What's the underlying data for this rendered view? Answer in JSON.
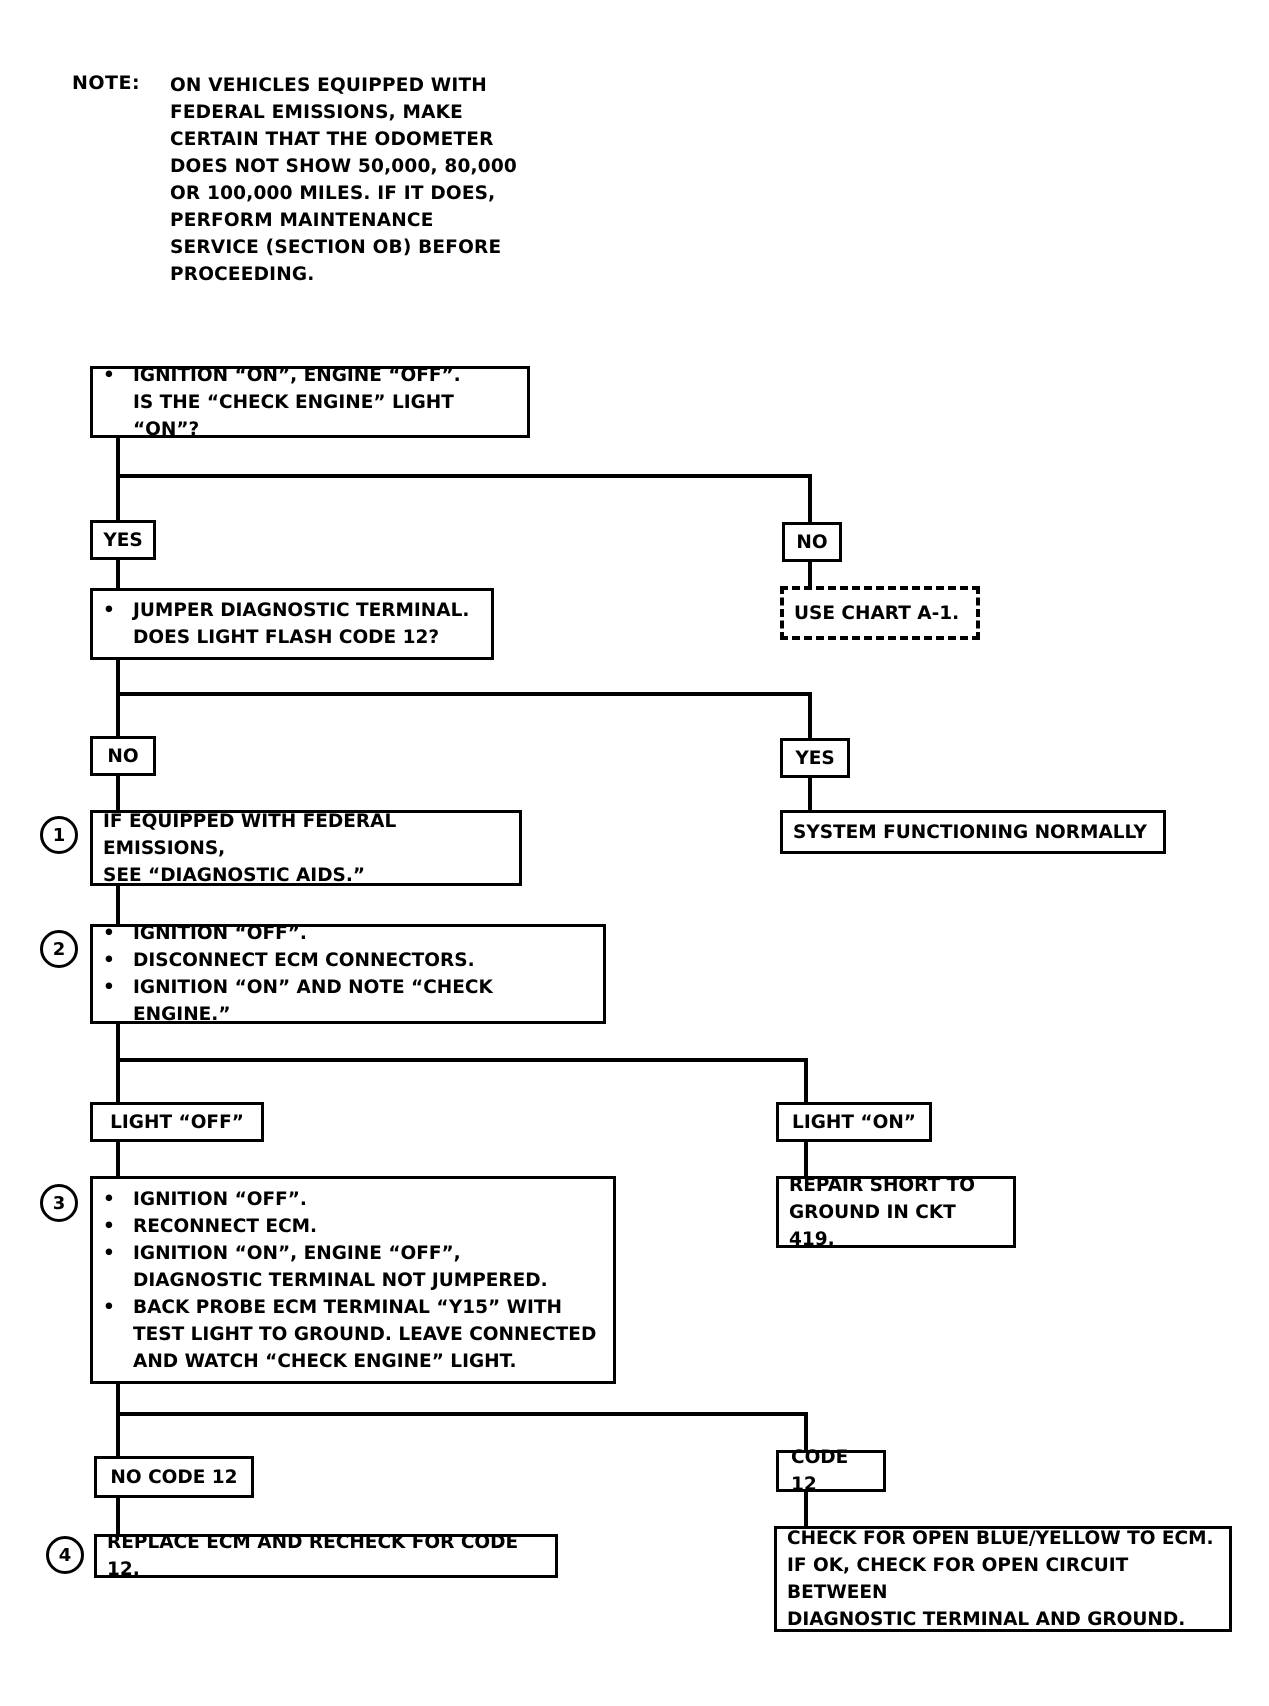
{
  "note": {
    "label": "NOTE:",
    "lines": [
      "ON VEHICLES EQUIPPED WITH",
      "FEDERAL EMISSIONS, MAKE",
      "CERTAIN THAT THE ODOMETER",
      "DOES NOT SHOW 50,000, 80,000",
      "OR 100,000 MILES.  IF IT DOES,",
      "PERFORM MAINTENANCE",
      "SERVICE (SECTION OB) BEFORE",
      "PROCEEDING."
    ]
  },
  "step0": {
    "bullet": "•",
    "line1": "IGNITION “ON”, ENGINE “OFF”.",
    "line2": "IS THE “CHECK ENGINE” LIGHT “ON”?"
  },
  "branch1": {
    "yes": "YES",
    "no": "NO",
    "no_result": "USE  CHART A-1."
  },
  "step_jumper": {
    "bullet": "•",
    "line1": "JUMPER DIAGNOSTIC TERMINAL.",
    "line2": "DOES LIGHT FLASH CODE 12?"
  },
  "branch2": {
    "no": "NO",
    "yes": "YES",
    "yes_result": "SYSTEM FUNCTIONING NORMALLY"
  },
  "step1": {
    "number": "1",
    "line1": "IF EQUIPPED WITH FEDERAL EMISSIONS,",
    "line2": "SEE “DIAGNOSTIC AIDS.”"
  },
  "step2": {
    "number": "2",
    "bullet": "•",
    "items": [
      "IGNITION “OFF”.",
      "DISCONNECT ECM CONNECTORS.",
      "IGNITION “ON” AND NOTE “CHECK ENGINE.”"
    ]
  },
  "branch3": {
    "left": "LIGHT “OFF”",
    "right": "LIGHT “ON”",
    "right_result_line1": "REPAIR SHORT TO",
    "right_result_line2": "GROUND IN CKT 419."
  },
  "step3": {
    "number": "3",
    "bullet": "•",
    "items": [
      "IGNITION “OFF”.",
      "RECONNECT ECM.",
      "IGNITION “ON”, ENGINE “OFF”,",
      "DIAGNOSTIC TERMINAL NOT JUMPERED.",
      "BACK PROBE ECM TERMINAL “Y15” WITH",
      "TEST LIGHT TO GROUND.  LEAVE CONNECTED",
      "AND WATCH “CHECK ENGINE” LIGHT."
    ]
  },
  "branch4": {
    "left": "NO CODE 12",
    "right": "CODE 12",
    "right_result": [
      "CHECK FOR OPEN BLUE/YELLOW TO ECM.",
      "IF OK, CHECK FOR OPEN CIRCUIT BETWEEN",
      "DIAGNOSTIC TERMINAL AND GROUND."
    ]
  },
  "step4": {
    "number": "4",
    "text": "REPLACE ECM AND RECHECK FOR CODE 12."
  }
}
